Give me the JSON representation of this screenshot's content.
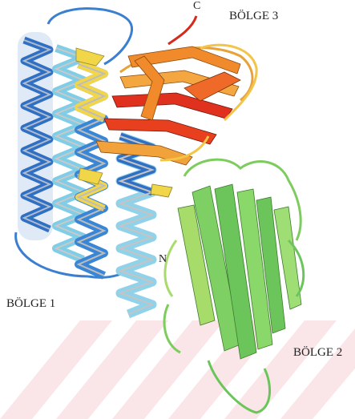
{
  "labels": {
    "region3": "BÖLGE 3",
    "region1": "BÖLGE 1",
    "region2": "BÖLGE 2",
    "c_terminus": "C",
    "n_terminus": "N"
  },
  "colors": {
    "domain1_dark": "#2f6fc4",
    "domain1_light": "#8fd2ea",
    "domain1_accent": "#f2d64a",
    "domain3_red": "#e0301e",
    "domain3_orange": "#f08a2a",
    "domain3_yellow": "#f4c542",
    "domain2_green": "#6cc55a",
    "domain2_light": "#a8dc6a",
    "watermark": "#f3c9cf",
    "loop_gray": "#c8c8c8"
  }
}
